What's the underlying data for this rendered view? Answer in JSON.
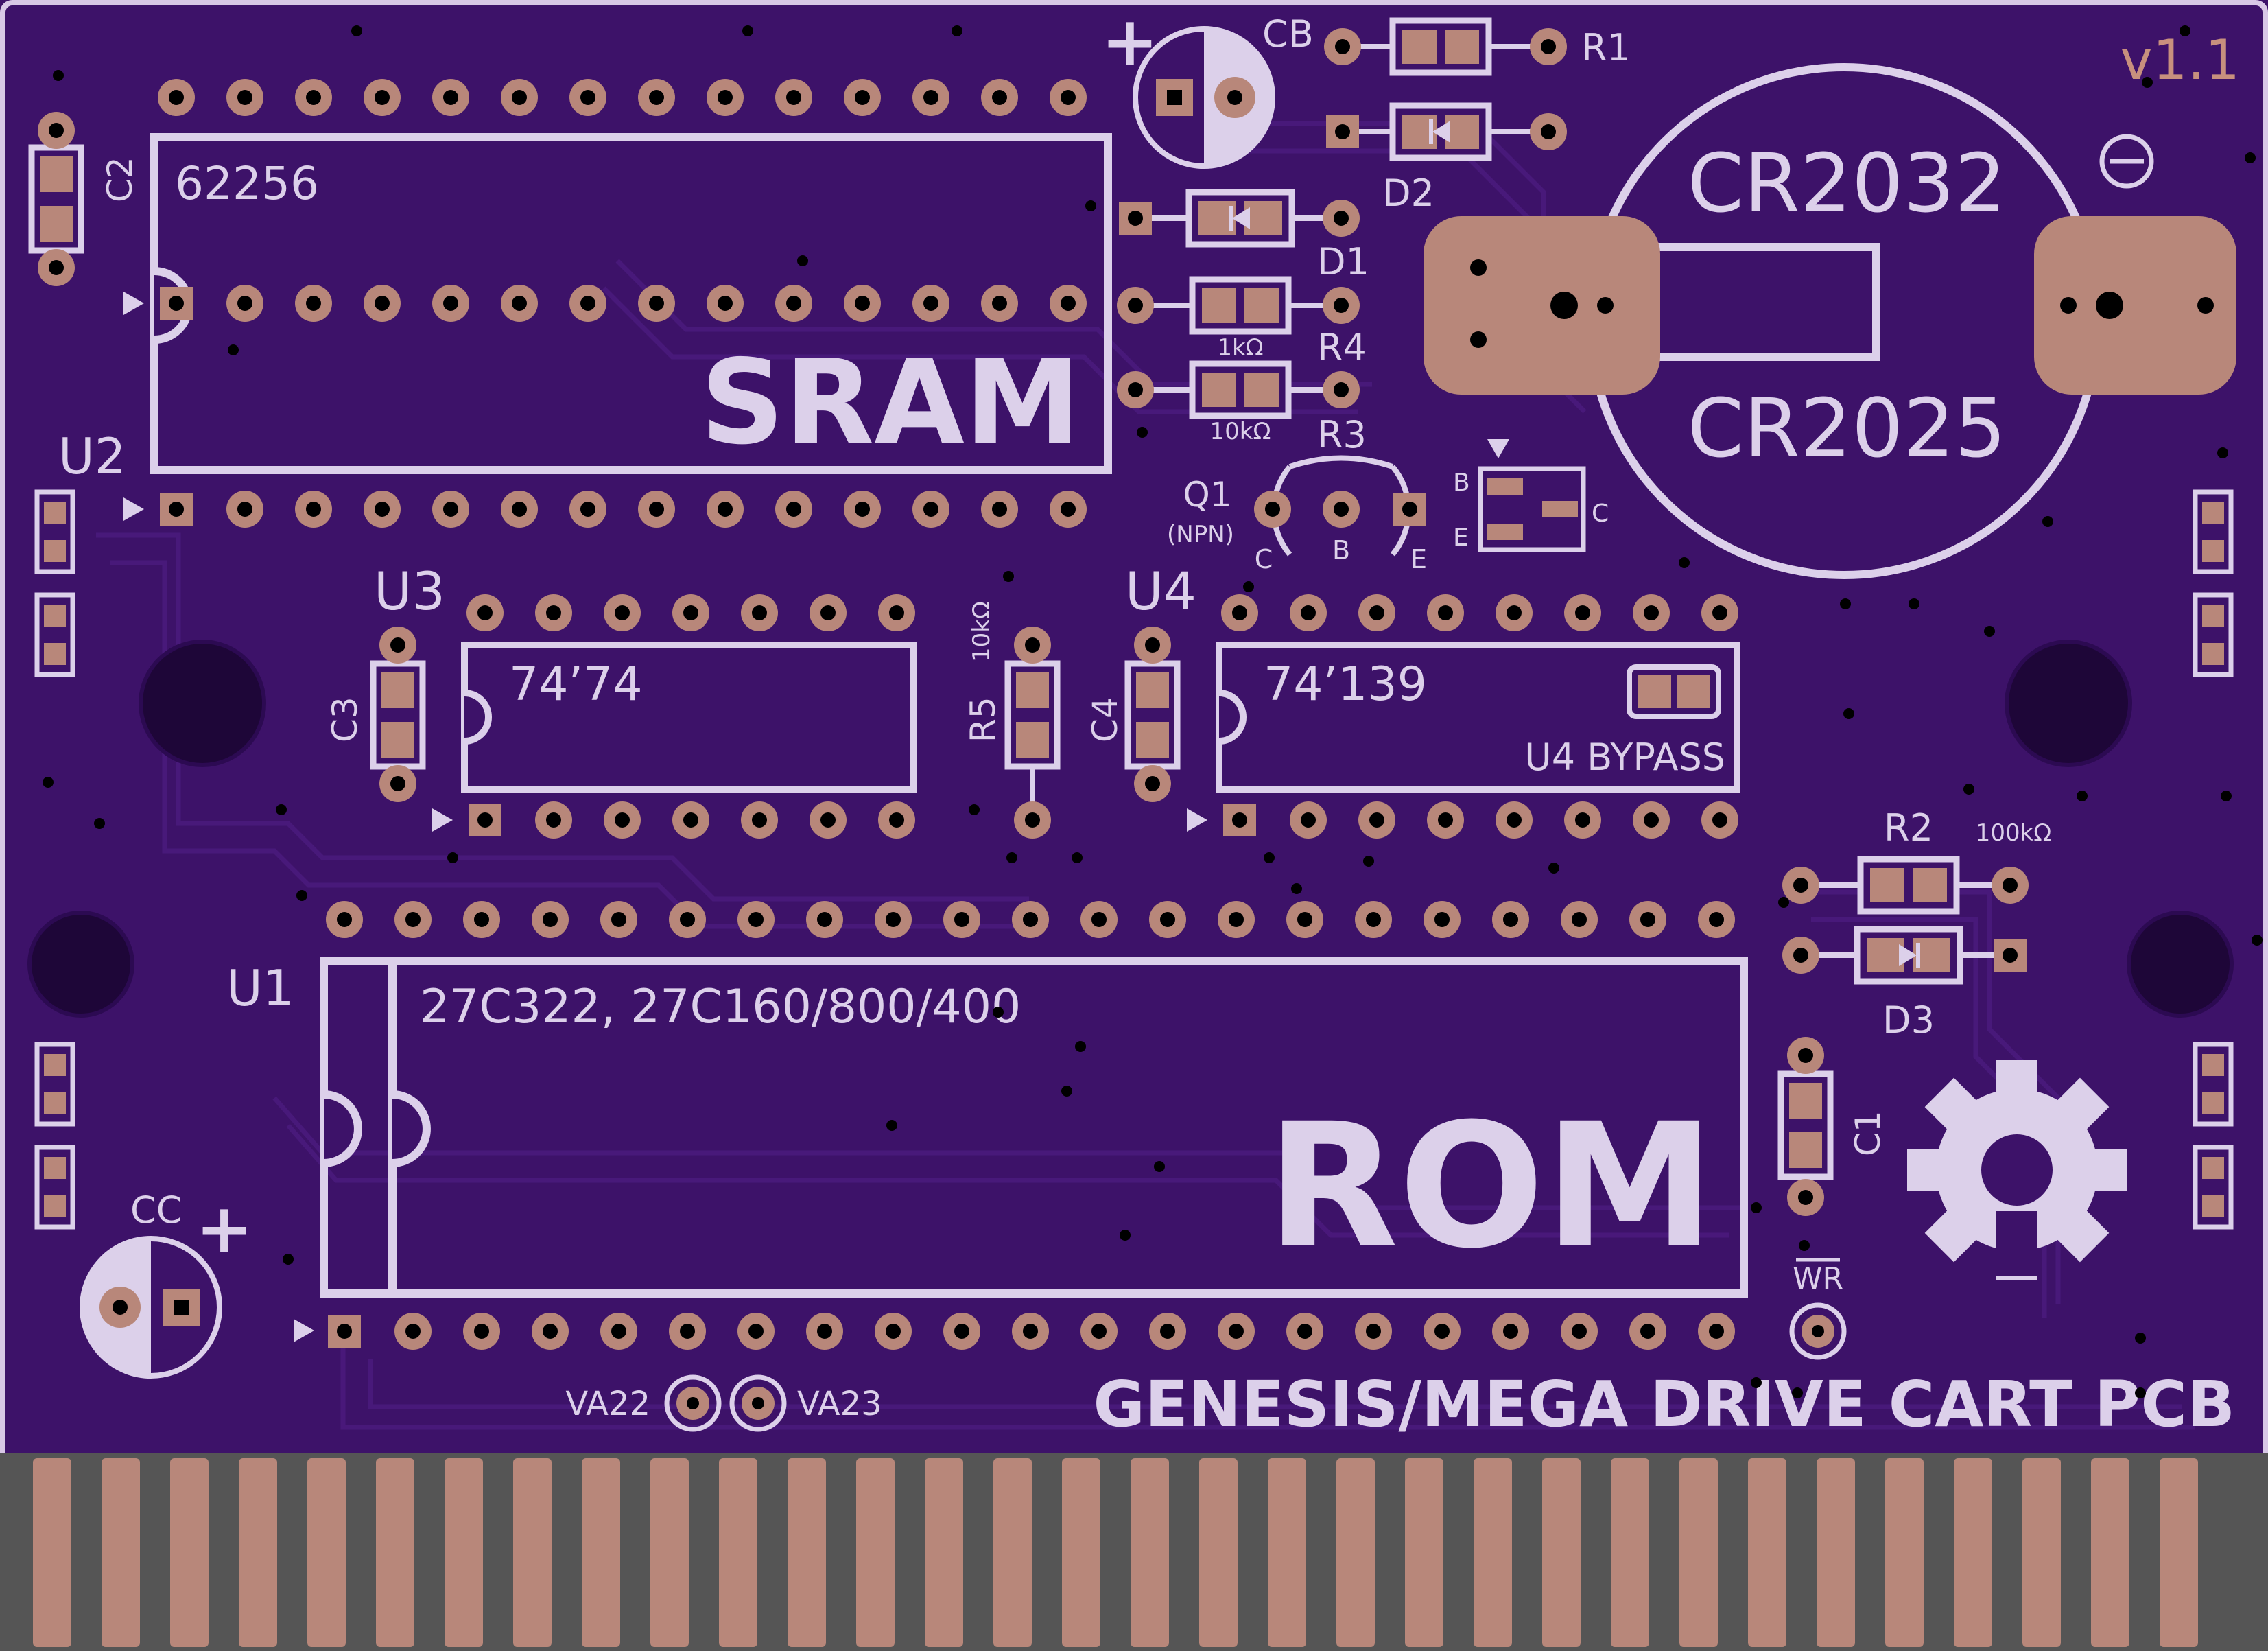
{
  "colors": {
    "soldermask": "#3d1269",
    "soldermask_dark": "#2c0a52",
    "silkscreen": "#dcd0ea",
    "copper": "#b8877a",
    "edge_connector_bg": "#555555",
    "outline": "#d8c8e6"
  },
  "version": "v1.1",
  "board_title": "GENESIS/MEGA DRIVE CART PCB",
  "chips": {
    "sram": {
      "ref": "U2",
      "part": "62256",
      "label": "SRAM"
    },
    "u3": {
      "ref": "U3",
      "part": "74’74"
    },
    "u4": {
      "ref": "U4",
      "part": "74’139",
      "bypass": "U4 BYPASS"
    },
    "rom": {
      "ref": "U1",
      "part": "27C322, 27C160/800/400",
      "label": "ROM"
    }
  },
  "battery": {
    "line1": "CR2032",
    "line2": "CR2025"
  },
  "passives": {
    "cb": "CB",
    "cc": "CC",
    "r1": "R1",
    "d2": "D2",
    "d1": "D1",
    "r4": "R4",
    "r4_value": "1kΩ",
    "r3": "R3",
    "r3_value": "10kΩ",
    "q1": "Q1",
    "q1_type": "(NPN)",
    "pin_c": "C",
    "pin_b": "B",
    "pin_e": "E",
    "c2": "C2",
    "c3": "C3",
    "c4": "C4",
    "c1": "C1",
    "r5": "R5",
    "r5_value": "10kΩ",
    "r2": "R2",
    "r2_value": "100kΩ",
    "d3": "D3",
    "wr": "WR",
    "va22": "VA22",
    "va23": "VA23",
    "plus": "+"
  },
  "icons": {
    "minus_marker": "minus-circle-icon",
    "oshw_logo": "open-hardware-gear-icon"
  }
}
